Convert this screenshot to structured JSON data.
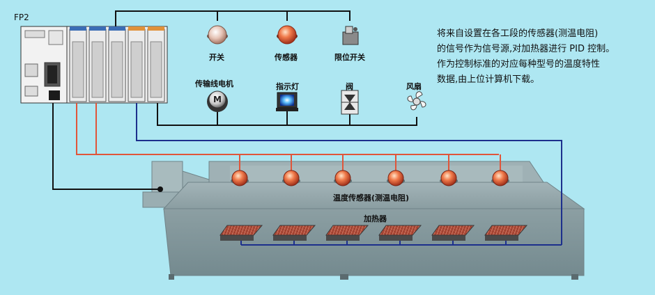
{
  "plc": {
    "model": "FP2"
  },
  "devices": {
    "switch": "开关",
    "sensor": "传感器",
    "limit_switch": "限位开关",
    "motor": "传输线电机",
    "indicator": "指示灯",
    "valve": "阀",
    "fan": "风扇"
  },
  "oven": {
    "temp_sensor_label": "温度传感器(测温电阻)",
    "heater_label": "加热器",
    "sensor_count": 6,
    "heater_count": 6
  },
  "description": [
    "将来自设置在各工段的传感器(测温电阻)",
    "的信号作为信号源,对加热器进行 PID 控制。",
    "作为控制标准的对应每种型号的温度特性",
    "数据,由上位计算机下载。"
  ],
  "colors": {
    "background": "#aee7f2",
    "sensor_wire": "#e0553a",
    "heater_wire": "#1c2f8c",
    "signal_wire": "#111111",
    "oven": "#8fa2a6"
  }
}
